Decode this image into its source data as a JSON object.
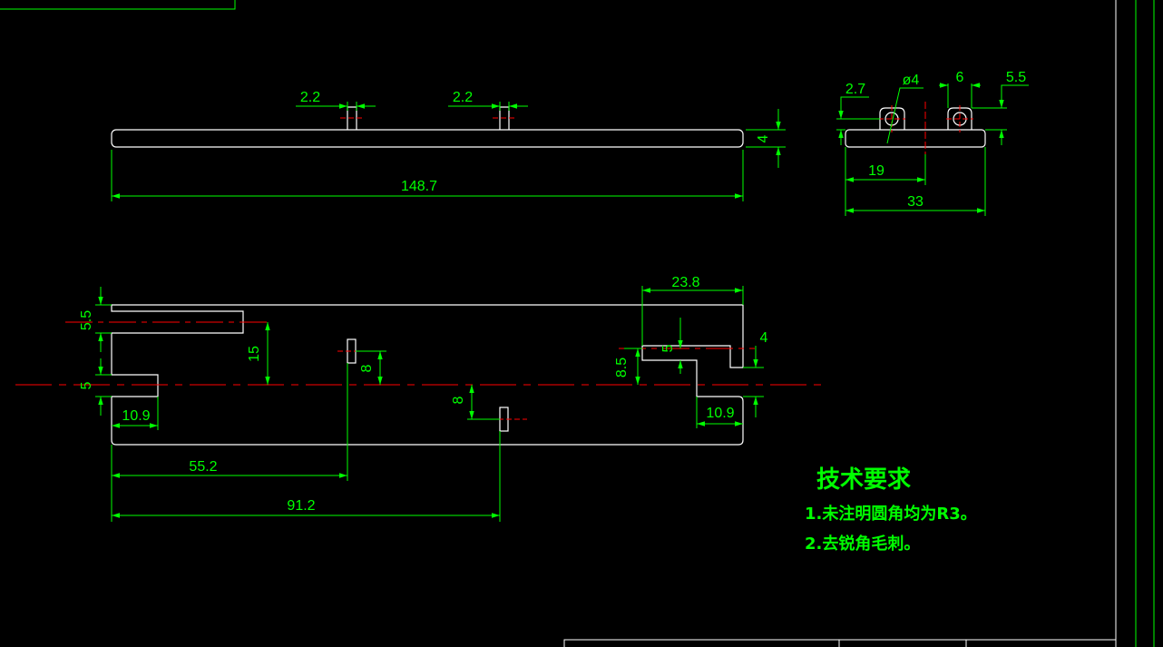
{
  "colors": {
    "background": "#000000",
    "outline": "#ffffff",
    "dimension": "#00ff00",
    "centerline": "#ff0000"
  },
  "top_view": {
    "dim_length": "148.7",
    "dim_thickness": "4",
    "dim_tab_left": "2.2",
    "dim_tab_right": "2.2"
  },
  "side_view": {
    "dim_2_7": "2.7",
    "dim_hole": "ø4",
    "dim_6": "6",
    "dim_5_5": "5.5",
    "dim_19": "19",
    "dim_33": "33"
  },
  "front_view": {
    "dim_5_5": "5.5",
    "dim_5_left": "5",
    "dim_15": "15",
    "dim_8_upper": "8",
    "dim_8_lower": "8",
    "dim_10_9_left": "10.9",
    "dim_55_2": "55.2",
    "dim_91_2": "91.2",
    "dim_23_8": "23.8",
    "dim_5_right": "5",
    "dim_4_right": "4",
    "dim_8_5": "8.5",
    "dim_10_9_right": "10.9"
  },
  "tech_requirements": {
    "title": "技术要求",
    "note1": "1.未注明圆角均为R3。",
    "note2": "2.去锐角毛刺。"
  }
}
